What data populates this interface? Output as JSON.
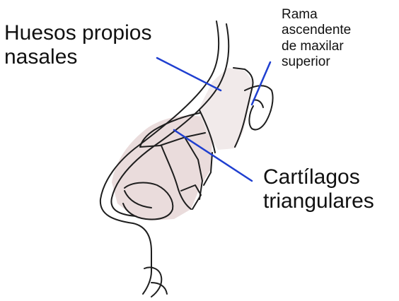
{
  "labels": {
    "huesos": "Huesos propios\nnasales",
    "rama": "Rama\nascendente\nde maxilar\nsuperior",
    "cartilagos": "Cartílagos\ntriangulares"
  },
  "colors": {
    "leader_line": "#1f3fd0",
    "sketch_stroke": "#1e1e1e",
    "cartilage_fill": "#eadcdc",
    "bone_fill": "#f1eaea"
  }
}
